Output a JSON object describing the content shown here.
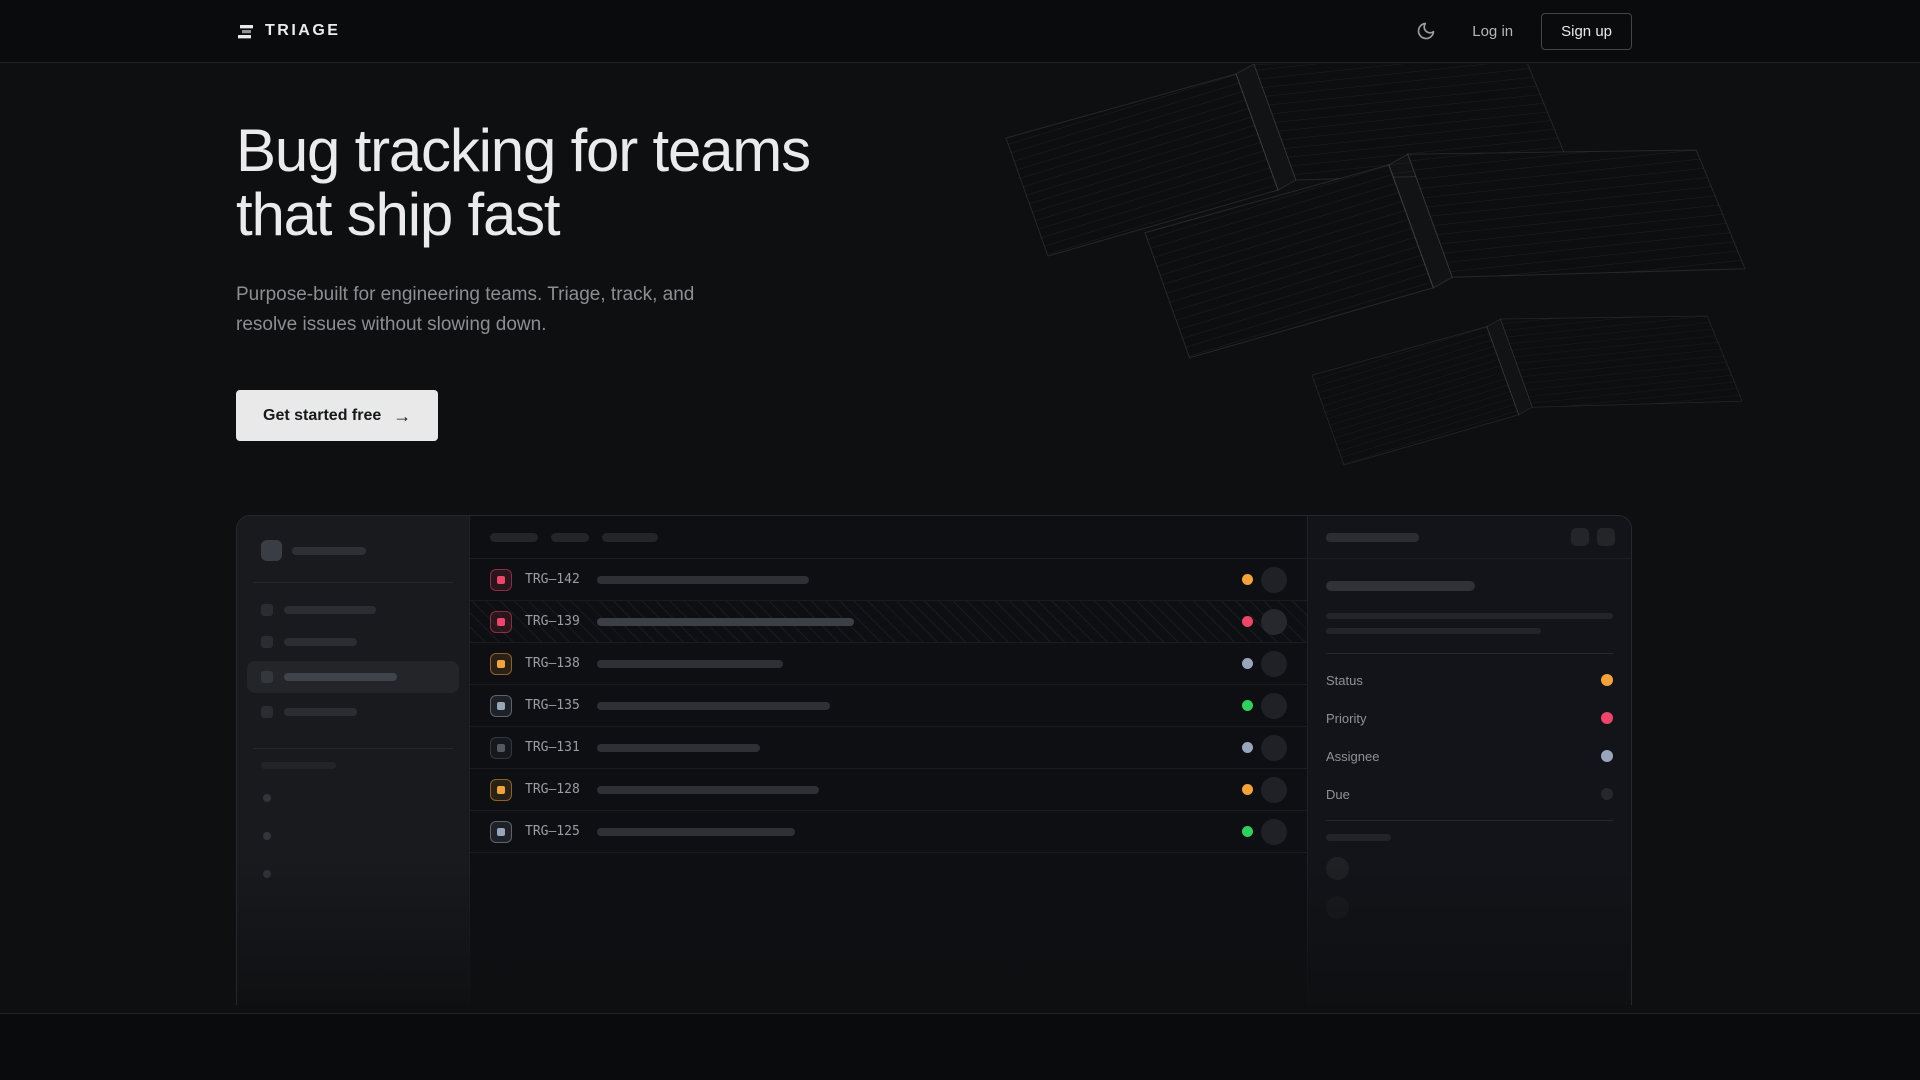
{
  "palette": {
    "rose": "#ee4569",
    "amber": "#f2a33a",
    "slate": "#98a6bc",
    "green": "#2ed15c",
    "gray": "#55585f",
    "dim": "#25272b"
  },
  "icons": {
    "logo": "triage-logo-icon",
    "theme": "moon-icon",
    "cta_arrow": "arrow-right-icon"
  },
  "navbar": {
    "brand": "TRIAGE",
    "login": "Log in",
    "signup": "Sign up"
  },
  "hero": {
    "headline_line1": "Bug tracking for teams",
    "headline_line2": "that ship fast",
    "sub_line1": "Purpose-built for engineering teams. Triage, track, and",
    "sub_line2": "resolve issues without slowing down.",
    "cta_label": "Get started free",
    "cta_arrow": "→"
  },
  "mockup": {
    "sidebar": {
      "workspace_bar": 74,
      "items": [
        {
          "bar": 92,
          "active": false
        },
        {
          "bar": 73,
          "active": false
        },
        {
          "bar": 113,
          "active": true
        },
        {
          "bar": 73,
          "active": false
        }
      ],
      "section_bar": 75,
      "dot_count": 3
    },
    "list": {
      "header_pills": [
        48,
        38,
        56
      ],
      "issues": [
        {
          "id": "TRG–142",
          "icon": "rose",
          "status": "amber",
          "bar": 212,
          "hatched": false
        },
        {
          "id": "TRG–139",
          "icon": "rose",
          "status": "rose",
          "bar": 257,
          "hatched": true
        },
        {
          "id": "TRG–138",
          "icon": "amber",
          "status": "slate",
          "bar": 186,
          "hatched": false
        },
        {
          "id": "TRG–135",
          "icon": "slate",
          "status": "green",
          "bar": 233,
          "hatched": false
        },
        {
          "id": "TRG–131",
          "icon": "gray",
          "status": "slate",
          "bar": 163,
          "hatched": false
        },
        {
          "id": "TRG–128",
          "icon": "amber",
          "status": "amber",
          "bar": 222,
          "hatched": false
        },
        {
          "id": "TRG–125",
          "icon": "slate",
          "status": "green",
          "bar": 198,
          "hatched": false
        }
      ]
    },
    "panel": {
      "header_bar": 93,
      "title_bar": 149,
      "line1": 287,
      "line2": 215,
      "properties": [
        {
          "label": "Status",
          "dot": "amber"
        },
        {
          "label": "Priority",
          "dot": "rose"
        },
        {
          "label": "Assignee",
          "dot": "slate"
        },
        {
          "label": "Due",
          "dot": "dim"
        }
      ],
      "footer_bar": 65,
      "avatar_count": 2
    }
  }
}
